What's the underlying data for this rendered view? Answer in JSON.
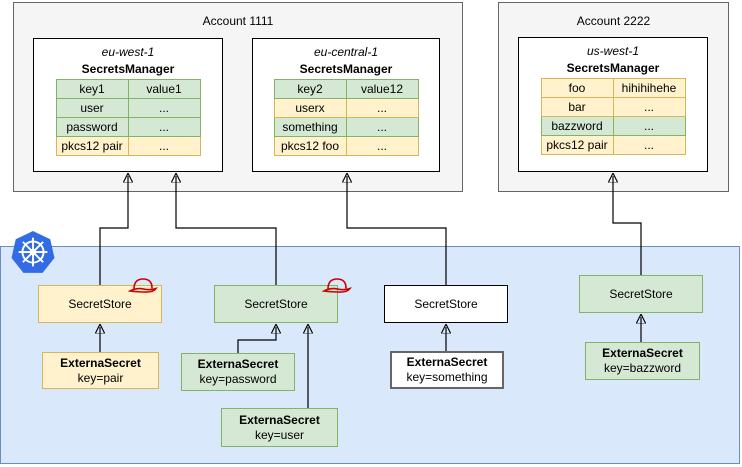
{
  "palette": {
    "green_fill": "#d5e8d4",
    "green_stroke": "#82b366",
    "yellow_fill": "#fff2cc",
    "yellow_stroke": "#d6b656",
    "cluster_fill": "#dae8fc",
    "cluster_stroke": "#6c8ebf",
    "account_fill": "#f5f5f5",
    "account_stroke": "#666666",
    "white_fill": "#ffffff",
    "line_color": "#000000",
    "kubernetes_blue": "#326ce5",
    "redhat_red": "#cc0000"
  },
  "accounts": [
    {
      "label": "Account 1111",
      "regions": [
        {
          "name": "eu-west-1",
          "service": "SecretsManager",
          "rows": [
            {
              "key": "key1",
              "value": "value1",
              "color": "green"
            },
            {
              "key": "user",
              "value": "...",
              "color": "green"
            },
            {
              "key": "password",
              "value": "...",
              "color": "green"
            },
            {
              "key": "pkcs12 pair",
              "value": "...",
              "color": "yellow"
            }
          ]
        },
        {
          "name": "eu-central-1",
          "service": "SecretsManager",
          "rows": [
            {
              "key": "key2",
              "value": "value12",
              "color": "green"
            },
            {
              "key": "userx",
              "value": "...",
              "color": "yellow"
            },
            {
              "key": "something",
              "value": "...",
              "color": "green"
            },
            {
              "key": "pkcs12 foo",
              "value": "...",
              "color": "yellow"
            }
          ]
        }
      ]
    },
    {
      "label": "Account 2222",
      "regions": [
        {
          "name": "us-west-1",
          "service": "SecretsManager",
          "rows": [
            {
              "key": "foo",
              "value": "hihihihehe",
              "color": "yellow"
            },
            {
              "key": "bar",
              "value": "...",
              "color": "yellow"
            },
            {
              "key": "bazzword",
              "value": "...",
              "color": "green"
            },
            {
              "key": "pkcs12 pair",
              "value": "...",
              "color": "yellow"
            }
          ]
        }
      ]
    }
  ],
  "cluster": {
    "kubernetes_icon": "kubernetes-icon",
    "redhat_icon": "redhat-icon",
    "secret_stores": [
      {
        "label": "SecretStore",
        "color": "yellow",
        "redhat_badge": true
      },
      {
        "label": "SecretStore",
        "color": "green",
        "redhat_badge": true
      },
      {
        "label": "SecretStore",
        "color": "white",
        "redhat_badge": false
      },
      {
        "label": "SecretStore",
        "color": "green",
        "redhat_badge": false
      }
    ],
    "external_secrets": [
      {
        "title": "ExternaSecret",
        "key": "key=pair",
        "color": "yellow"
      },
      {
        "title": "ExternaSecret",
        "key": "key=password",
        "color": "green"
      },
      {
        "title": "ExternaSecret",
        "key": "key=user",
        "color": "green"
      },
      {
        "title": "ExternaSecret",
        "key": "key=something",
        "color": "whitegray"
      },
      {
        "title": "ExternaSecret",
        "key": "key=bazzword",
        "color": "green"
      }
    ]
  }
}
